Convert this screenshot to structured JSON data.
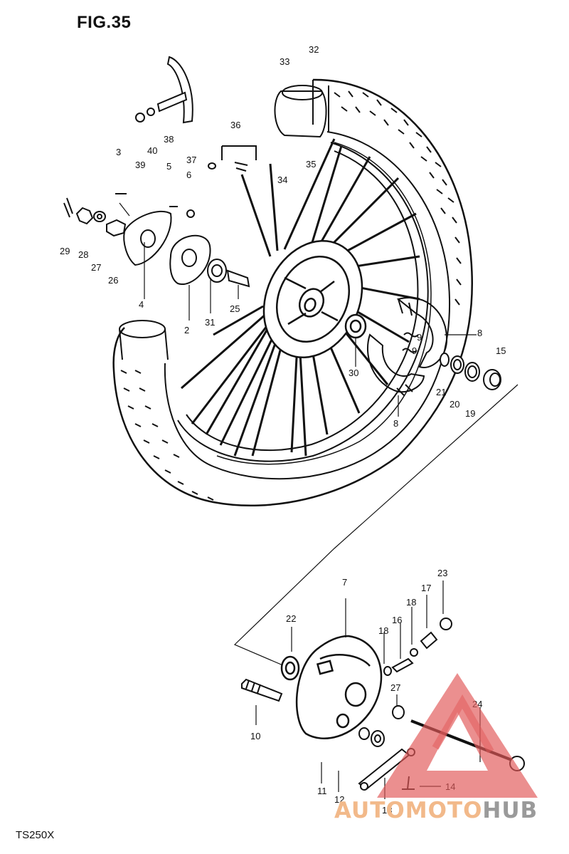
{
  "figure": {
    "title": "FIG.35",
    "model": "TS250X"
  },
  "watermark": {
    "part_auto": "AUTO",
    "part_moto": "MOTO",
    "part_hub": "HUB",
    "color_logo": "#e25a5a",
    "color_text": "#f2b98a",
    "color_hub": "#9a9a9a"
  },
  "callouts": [
    "32",
    "33",
    "34",
    "35",
    "36",
    "37",
    "38",
    "39",
    "40",
    "3",
    "5",
    "6",
    "29",
    "28",
    "27",
    "26",
    "4",
    "2",
    "31",
    "25",
    "30",
    "8",
    "9",
    "9",
    "21",
    "20",
    "19",
    "15",
    "8",
    "7",
    "22",
    "23",
    "17",
    "18",
    "16",
    "18",
    "27",
    "10",
    "11",
    "12",
    "13",
    "14",
    "24"
  ]
}
